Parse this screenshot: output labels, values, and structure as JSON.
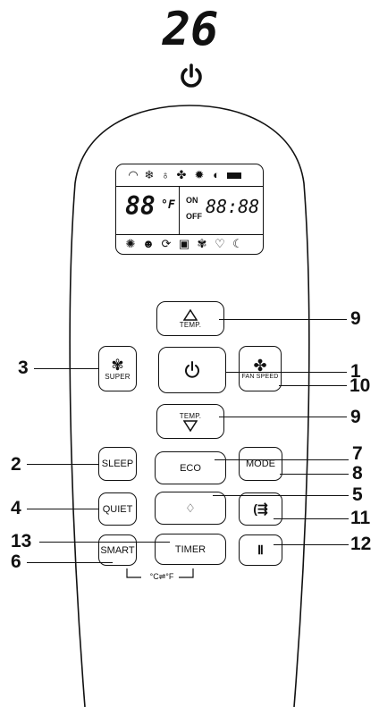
{
  "display": {
    "temperature": "26"
  },
  "lcd": {
    "top_icons": [
      "wifi-icon",
      "snowflake-icon",
      "droplet-icon",
      "fan-icon",
      "sun-heat-icon",
      "half-moon-icon",
      "battery-icon"
    ],
    "temp_value": "88",
    "temp_unit": "°F",
    "on_label": "ON",
    "off_label": "OFF",
    "clock": "88:88",
    "bottom_icons": [
      "gear-icon",
      "face-icon",
      "swing-icon",
      "lock-icon",
      "turbo-icon",
      "bulb-icon",
      "sleep-icon"
    ]
  },
  "buttons": {
    "temp_up": {
      "label": "TEMP."
    },
    "temp_down": {
      "label": "TEMP."
    },
    "super": {
      "label": "SUPER"
    },
    "fan_speed": {
      "label": "FAN SPEED"
    },
    "sleep": {
      "label": "SLEEP"
    },
    "eco": {
      "label": "ECO"
    },
    "mode": {
      "label": "MODE"
    },
    "quiet": {
      "label": "QUIET"
    },
    "smart": {
      "label": "SMART"
    },
    "timer": {
      "label": "TIMER"
    }
  },
  "unit_toggle": "°C⇌°F",
  "callouts": {
    "temp_up": "9",
    "power": "1",
    "super": "3",
    "fan_speed": "10",
    "temp_down": "9",
    "sleep": "2",
    "eco": "7",
    "mode": "8",
    "quiet": "4",
    "light": "5",
    "swing_v": "11",
    "timer": "13",
    "smart": "6",
    "swing_h": "12"
  }
}
